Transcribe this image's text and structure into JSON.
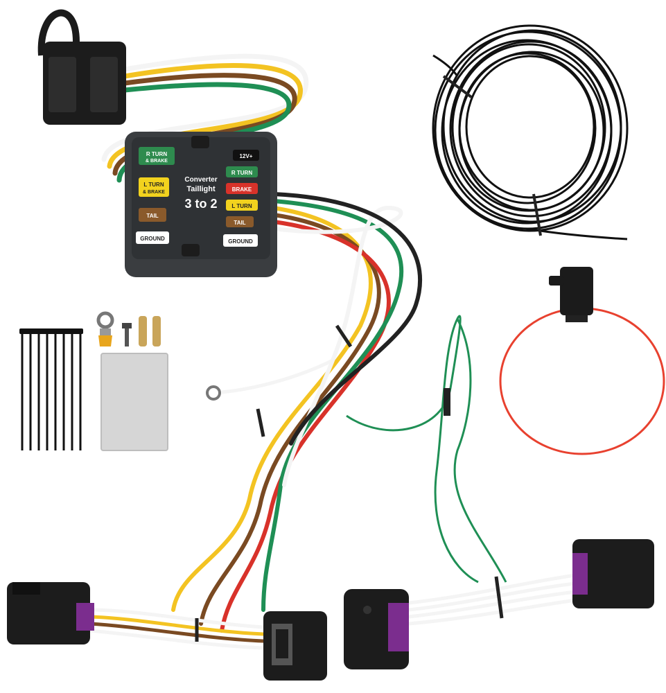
{
  "converter": {
    "title_line1": "3 to 2",
    "title_line2": "Taillight",
    "title_line3": "Converter",
    "left_labels": [
      {
        "text": "R TURN",
        "sub": "& BRAKE",
        "color": "#2e8b4e"
      },
      {
        "text": "L TURN",
        "sub": "& BRAKE",
        "color": "#f2d21e"
      },
      {
        "text": "TAIL",
        "sub": "",
        "color": "#8a5a2b"
      },
      {
        "text": "GROUND",
        "sub": "",
        "color": "#ffffff"
      }
    ],
    "right_labels": [
      {
        "text": "12V+",
        "color": "#111111"
      },
      {
        "text": "R TURN",
        "color": "#2e8b4e"
      },
      {
        "text": "BRAKE",
        "color": "#d8322a"
      },
      {
        "text": "L TURN",
        "color": "#f2d21e"
      },
      {
        "text": "TAIL",
        "color": "#8a5a2b"
      },
      {
        "text": "GROUND",
        "color": "#ffffff"
      }
    ]
  },
  "colors": {
    "housing": "#3a3d40",
    "connector": "#1c1c1c",
    "latch": "#7b2d8e",
    "wire_green": "#1f8f55",
    "wire_yellow": "#f3c322",
    "wire_brown": "#7a4a22",
    "wire_white": "#f4f4f4",
    "wire_red": "#d8322a",
    "fuse_wire": "#e8412f"
  }
}
